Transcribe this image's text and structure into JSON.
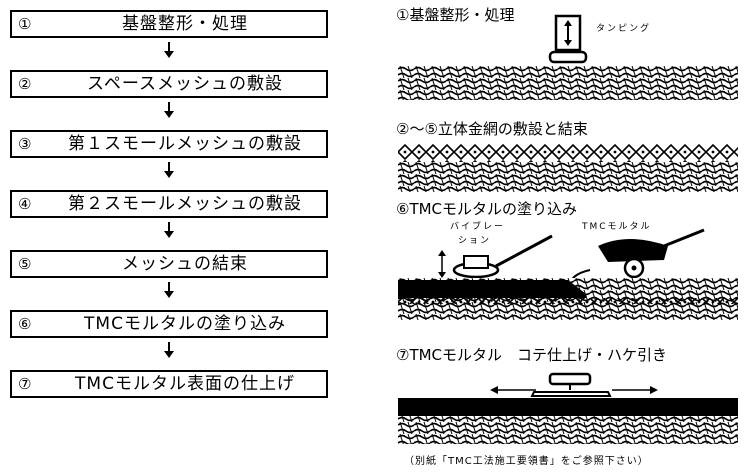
{
  "flow": {
    "steps": [
      {
        "num": "①",
        "label": "基盤整形・処理"
      },
      {
        "num": "②",
        "label": "スペースメッシュの敷設"
      },
      {
        "num": "③",
        "label": "第１スモールメッシュの敷設"
      },
      {
        "num": "④",
        "label": "第２スモールメッシュの敷設"
      },
      {
        "num": "⑤",
        "label": "メッシュの結束"
      },
      {
        "num": "⑥",
        "label": "TMCモルタルの塗り込み"
      },
      {
        "num": "⑦",
        "label": "TMCモルタル表面の仕上げ"
      }
    ]
  },
  "diagrams": {
    "d1_title": "①基盤整形・処理",
    "d1_tool": "タンピング",
    "d2_title": "②～⑤立体金網の敷設と結束",
    "d3_title": "⑥TMCモルタルの塗り込み",
    "d3_vibe_1": "バイブレー",
    "d3_vibe_2": "ション",
    "d3_mortar": "TMCモルタル",
    "d4_title": "⑦TMCモルタル　コテ仕上げ・ハケ引き",
    "caption": "（別紙「TMC工法施工要領書」をご参照下さい）"
  },
  "colors": {
    "ink": "#000000",
    "paper": "#ffffff"
  }
}
